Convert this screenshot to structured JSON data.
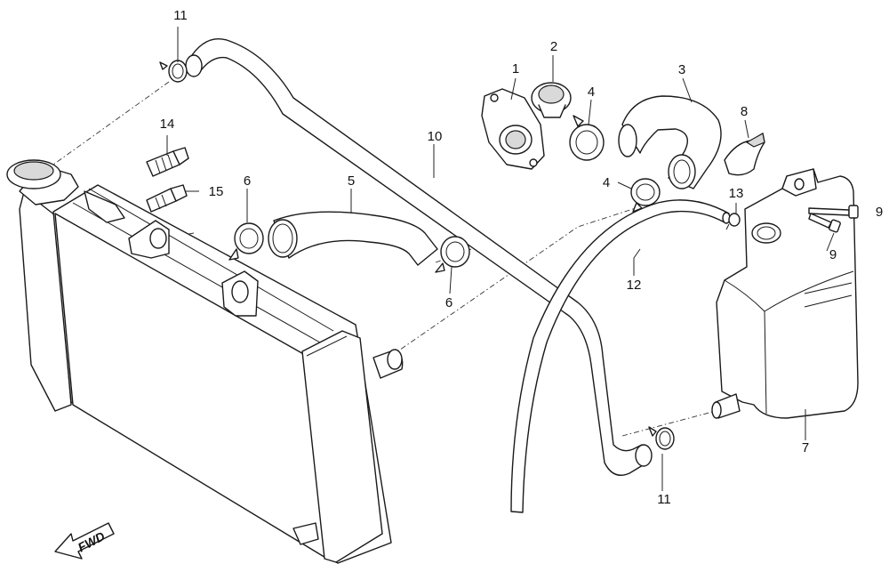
{
  "diagram": {
    "callouts": [
      {
        "id": "c1",
        "label": "1"
      },
      {
        "id": "c2",
        "label": "2"
      },
      {
        "id": "c3",
        "label": "3"
      },
      {
        "id": "c4a",
        "label": "4"
      },
      {
        "id": "c4b",
        "label": "4"
      },
      {
        "id": "c5",
        "label": "5"
      },
      {
        "id": "c6a",
        "label": "6"
      },
      {
        "id": "c6b",
        "label": "6"
      },
      {
        "id": "c7",
        "label": "7"
      },
      {
        "id": "c8",
        "label": "8"
      },
      {
        "id": "c9a",
        "label": "9"
      },
      {
        "id": "c9b",
        "label": "9"
      },
      {
        "id": "c10",
        "label": "10"
      },
      {
        "id": "c11a",
        "label": "11"
      },
      {
        "id": "c11b",
        "label": "11"
      },
      {
        "id": "c12",
        "label": "12"
      },
      {
        "id": "c13",
        "label": "13"
      },
      {
        "id": "c14",
        "label": "14"
      },
      {
        "id": "c15",
        "label": "15"
      }
    ],
    "fwd_label": "FWD"
  }
}
